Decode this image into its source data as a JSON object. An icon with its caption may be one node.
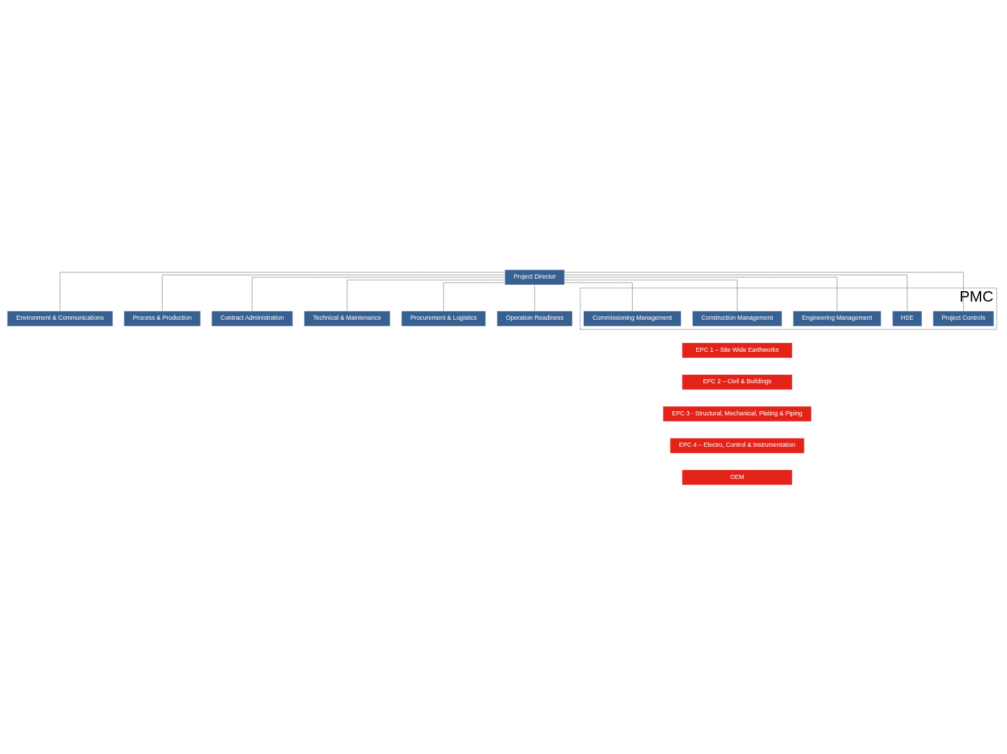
{
  "diagram": {
    "nodes": [
      {
        "text": [
          "Project Director"
        ]
      },
      {
        "text": [
          "Environment & Communications"
        ]
      },
      {
        "text": [
          "Process & Production"
        ]
      },
      {
        "text": [
          "Contract Administration"
        ]
      },
      {
        "text": [
          "Technical & Maintenance"
        ]
      },
      {
        "text": [
          "Procurement & Logistics"
        ]
      },
      {
        "text": [
          "Operation Readiness"
        ]
      },
      {
        "text": [
          "PMC"
        ]
      },
      {
        "text": [
          "Project Controls"
        ],
        "in": 7
      },
      {
        "text": [
          "HSE"
        ],
        "in": 7
      },
      {
        "text": [
          "Engineering Management"
        ],
        "in": 7
      },
      {
        "text": [
          "Construction Management"
        ],
        "in": 7
      },
      {
        "text": [
          "Commissioning Management"
        ],
        "in": 7
      },
      {
        "text": [
          "EPC 1 – Site Wide Earthworks"
        ]
      },
      {
        "text": [
          "EPC 2 – Civil & Buildings"
        ]
      },
      {
        "text": [
          "EPC 3 - Structural, Mechanical, Plating & Piping"
        ]
      },
      {
        "text": [
          "EPC 4 – Electro, Control & Instrumentation"
        ]
      },
      {
        "text": [
          "OEM"
        ]
      }
    ],
    "edges": [
      {
        "from": 0,
        "to": 1,
        "arrow": "none"
      },
      {
        "from": 0,
        "to": 2,
        "arrow": "none"
      },
      {
        "from": 0,
        "to": 3,
        "arrow": "none"
      },
      {
        "from": 0,
        "to": 4,
        "arrow": "none"
      },
      {
        "from": 0,
        "to": 5,
        "arrow": "none"
      },
      {
        "from": 0,
        "to": 6,
        "arrow": "none"
      },
      {
        "from": 0,
        "to": 8,
        "arrow": "none"
      },
      {
        "from": 0,
        "to": 9,
        "arrow": "none"
      },
      {
        "from": 0,
        "to": 10,
        "arrow": "none"
      },
      {
        "from": 0,
        "to": 11,
        "arrow": "none"
      },
      {
        "from": 0,
        "to": 12,
        "arrow": "none"
      }
    ]
  }
}
